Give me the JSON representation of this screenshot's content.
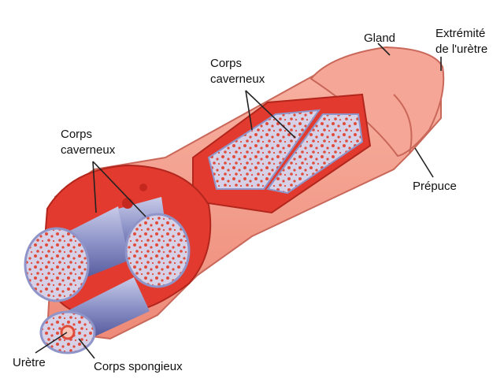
{
  "labels": {
    "gland": "Gland",
    "urethra_tip_1": "Extrémité",
    "urethra_tip_2": "de l'urètre",
    "cc_top_1": "Corps",
    "cc_top_2": "caverneux",
    "cc_left_1": "Corps",
    "cc_left_2": "caverneux",
    "prepuce": "Prépuce",
    "uretre": "Urètre",
    "cs": "Corps spongieux"
  },
  "colors": {
    "skin": "#f4a090",
    "skin_dark": "#e8786a",
    "tunica": "#e23a2e",
    "tissue": "#c9c4dc",
    "tube": "#8e93c6",
    "spot": "#e04c3c"
  }
}
